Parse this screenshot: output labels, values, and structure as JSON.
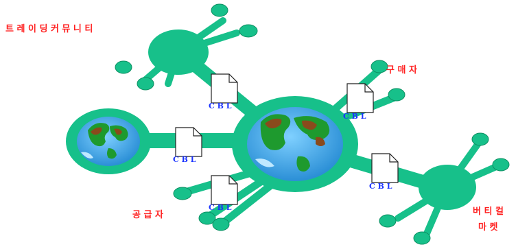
{
  "labels": {
    "trading_community": "트 레 이 딩 커 뮤 니 티",
    "buyer": "구 매 자",
    "supplier": "공 급 자",
    "vertical_market_line1": "버 티 컬",
    "vertical_market_line2": "마 켓"
  },
  "documents": [
    {
      "label": "C  B  L"
    },
    {
      "label": "C  B  L"
    },
    {
      "label": "C  B  L"
    },
    {
      "label": "C  B  L"
    },
    {
      "label": "C  B  L"
    }
  ],
  "colors": {
    "network_green": "#17c08a",
    "globe_ocean": "#3aa8e8",
    "globe_land_green": "#1e9a2e",
    "globe_land_brown": "#8a4a1c",
    "label_red": "#ff2020",
    "doc_label_blue": "#1a33ff"
  }
}
